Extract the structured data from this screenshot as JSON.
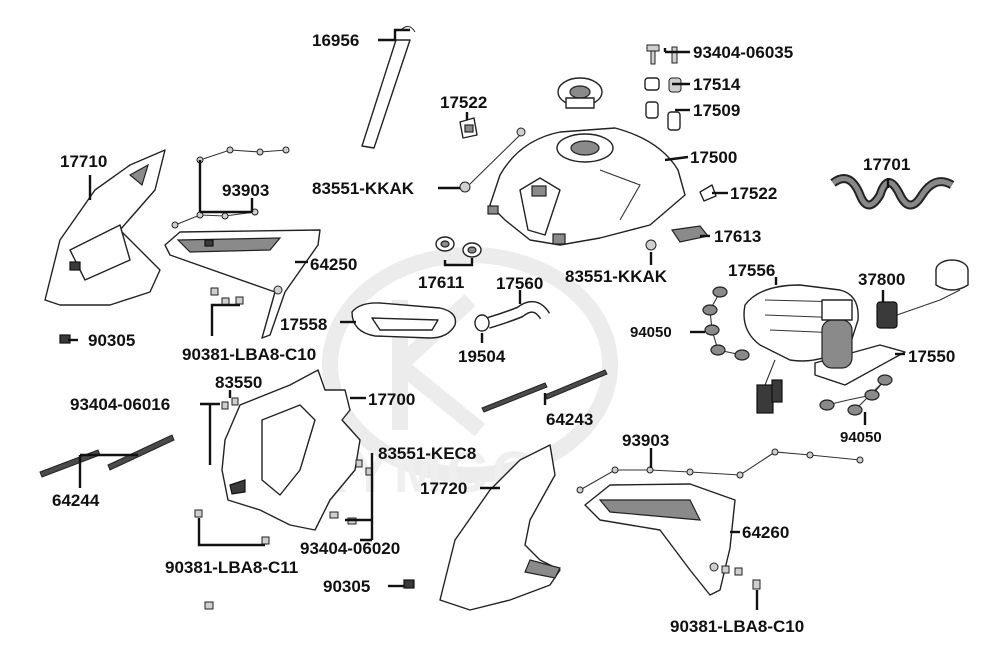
{
  "diagram": {
    "watermark": "KYMCO",
    "labels": {
      "l_16956": "16956",
      "l_93404_06035": "93404-06035",
      "l_17514": "17514",
      "l_17509": "17509",
      "l_17522_top": "17522",
      "l_17500": "17500",
      "l_17710": "17710",
      "l_93903_top": "93903",
      "l_83551_kkak_top": "83551-KKAK",
      "l_17701": "17701",
      "l_17522_right": "17522",
      "l_17613": "17613",
      "l_64250": "64250",
      "l_17611": "17611",
      "l_17560": "17560",
      "l_83551_kkak_bottom": "83551-KKAK",
      "l_17556": "17556",
      "l_37800": "37800",
      "l_17558": "17558",
      "l_90305_left": "90305",
      "l_90381_lba8_c10_left": "90381-LBA8-C10",
      "l_19504": "19504",
      "l_94050_left": "94050",
      "l_17550": "17550",
      "l_83550": "83550",
      "l_93404_06016": "93404-06016",
      "l_17700": "17700",
      "l_64243": "64243",
      "l_93903_right": "93903",
      "l_94050_right": "94050",
      "l_83551_kec8": "83551-KEC8",
      "l_64244": "64244",
      "l_17720": "17720",
      "l_64260": "64260",
      "l_93404_06020": "93404-06020",
      "l_90381_lba8_c11": "90381-LBA8-C11",
      "l_90305_bottom": "90305",
      "l_90381_lba8_c10_right": "90381-LBA8-C10"
    }
  }
}
